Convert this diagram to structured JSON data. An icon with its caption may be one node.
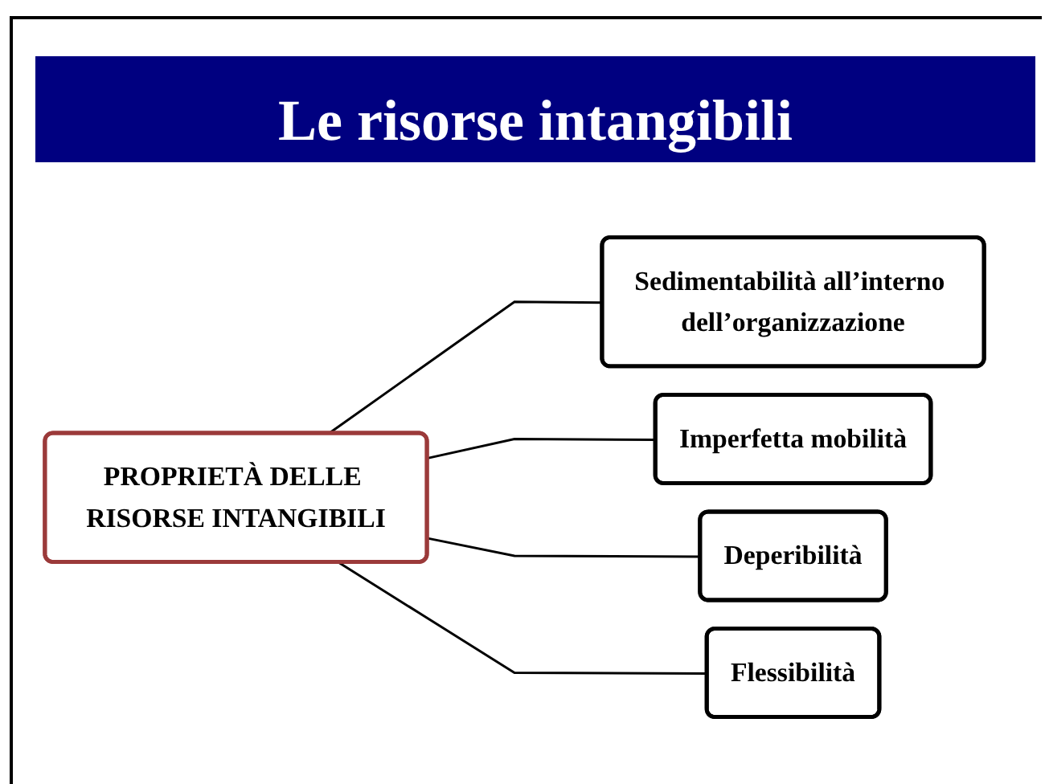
{
  "diagram": {
    "title": "Le risorse intangibili",
    "nodes": [
      {
        "text": [
          "PROPRIETÀ DELLE RISORSE INTANGIBILI"
        ]
      },
      {
        "text": [
          "Sedimentabilità all’interno dell’organizzazione"
        ]
      },
      {
        "text": [
          "Imperfetta mobilità"
        ]
      },
      {
        "text": [
          "Deperibilità"
        ]
      },
      {
        "text": [
          "Flessibilità"
        ]
      }
    ],
    "edges": [
      {
        "from": 0,
        "to": 1,
        "arrow": "none"
      },
      {
        "from": 0,
        "to": 2,
        "arrow": "none"
      },
      {
        "from": 0,
        "to": 3,
        "arrow": "none"
      },
      {
        "from": 0,
        "to": 4,
        "arrow": "none"
      }
    ]
  }
}
